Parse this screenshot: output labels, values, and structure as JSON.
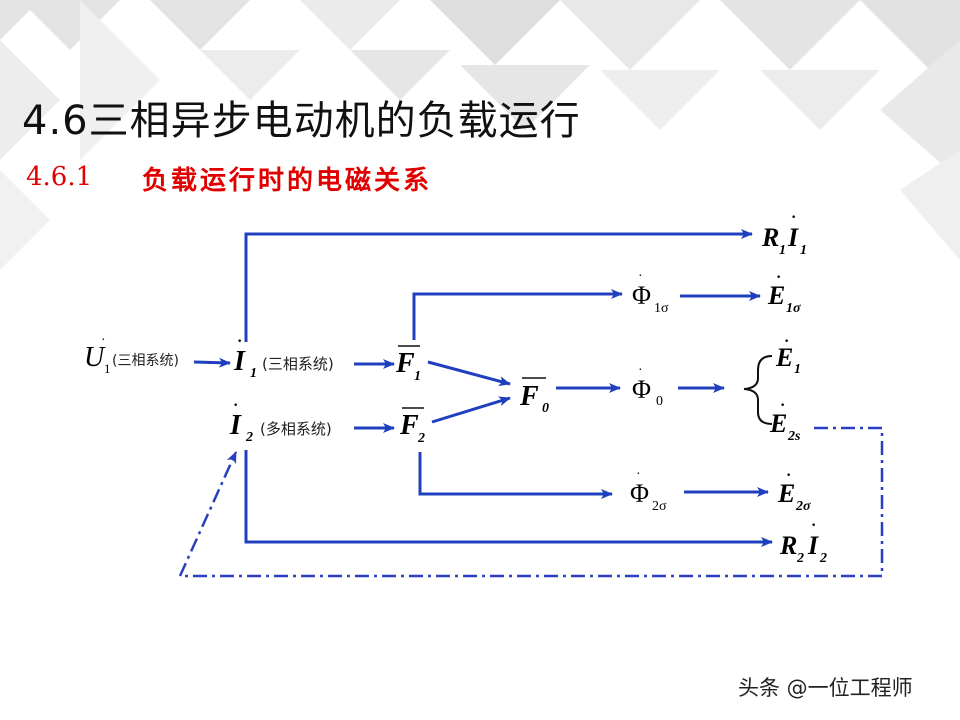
{
  "slide": {
    "title": "4.6三相异步电动机的负载运行",
    "subtitle_number": "4.6.1",
    "subtitle_text": "负载运行时的电磁关系"
  },
  "colors": {
    "arrow": "#1f3fbf",
    "dashed": "#2a3fc0",
    "subtitle": "#e10000",
    "background_tiles": "#dcdcdc"
  },
  "nodes": {
    "U1": {
      "symbol": "U",
      "sub": "1",
      "note": "(三相系统)"
    },
    "I1": {
      "symbol": "I",
      "sub": "1",
      "note": "(三相系统)"
    },
    "I2": {
      "symbol": "I",
      "sub": "2",
      "note": "(多相系统)"
    },
    "F1": {
      "symbol": "F",
      "sub": "1"
    },
    "F2": {
      "symbol": "F",
      "sub": "2"
    },
    "F0": {
      "symbol": "F",
      "sub": "0"
    },
    "Phi1s": {
      "symbol": "Φ",
      "sub": "1σ"
    },
    "Phi0": {
      "symbol": "Φ",
      "sub": "0"
    },
    "Phi2s": {
      "symbol": "Φ",
      "sub": "2σ"
    },
    "E1s": {
      "symbol": "E",
      "sub": "1σ"
    },
    "E1": {
      "symbol": "E",
      "sub": "1"
    },
    "E2s": {
      "symbol": "E",
      "sub": "2s"
    },
    "E2sig": {
      "symbol": "E",
      "sub": "2σ"
    },
    "R1I1": {
      "r": "R",
      "r_sub": "1",
      "i": "I",
      "i_sub": "1"
    },
    "R2I2": {
      "r": "R",
      "r_sub": "2",
      "i": "I",
      "i_sub": "2"
    }
  },
  "watermark": "头条 @一位工程师"
}
